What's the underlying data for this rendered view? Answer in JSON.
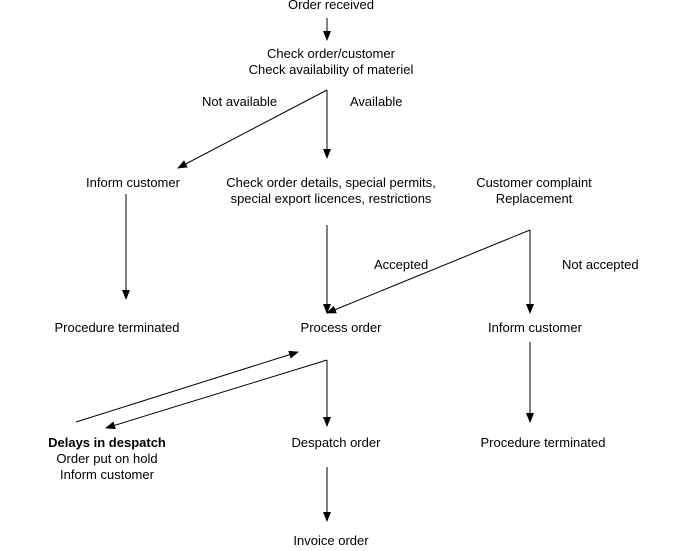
{
  "nodes": {
    "order_received": "Order received",
    "check_order_1": "Check order/customer",
    "check_order_2": "Check availability of materiel",
    "inform_customer_left": "Inform customer",
    "check_details_1": "Check order details, special permits,",
    "check_details_2": "special export licences, restrictions",
    "complaint_1": "Customer complaint",
    "complaint_2": "Replacement",
    "terminated_left": "Procedure terminated",
    "process_order": "Process order",
    "inform_customer_right": "Inform customer",
    "delays_title": "Delays in despatch",
    "delays_2": "Order put on hold",
    "delays_3": "Inform customer",
    "despatch_order": "Despatch order",
    "terminated_right": "Procedure terminated",
    "invoice_order": "Invoice order"
  },
  "edge_labels": {
    "not_available": "Not available",
    "available": "Available",
    "accepted": "Accepted",
    "not_accepted": "Not accepted"
  }
}
